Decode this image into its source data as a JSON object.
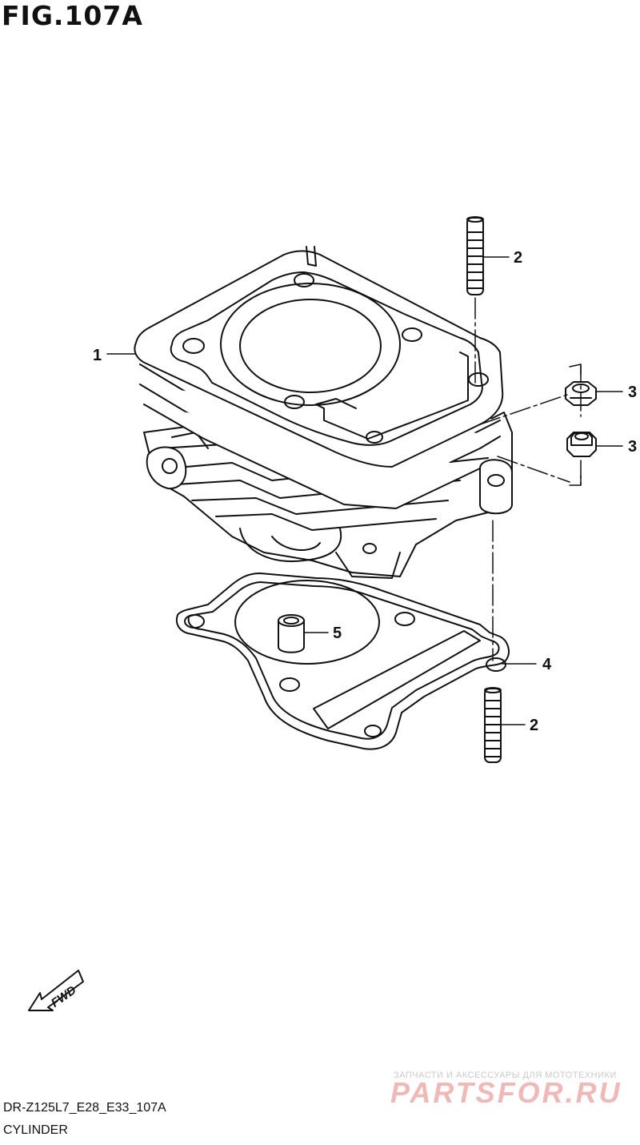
{
  "figure": {
    "title": "FIG.107A"
  },
  "callouts": [
    {
      "id": "1",
      "label": "1"
    },
    {
      "id": "2",
      "label": "2"
    },
    {
      "id": "3",
      "label": "3"
    },
    {
      "id": "3b",
      "label": "3"
    },
    {
      "id": "4",
      "label": "4"
    },
    {
      "id": "5",
      "label": "5"
    },
    {
      "id": "2b",
      "label": "2"
    }
  ],
  "fwd_marker": {
    "label": "FWD"
  },
  "footer": {
    "code": "DR-Z125L7_E28_E33_107A",
    "name": "CYLINDER"
  },
  "watermark": {
    "tagline": "ЗАПЧАСТИ И АКСЕССУАРЫ ДЛЯ МОТОТЕХНИКИ",
    "brand": "PARTSFOR.RU"
  },
  "colors": {
    "line": "#111111",
    "watermark": "#f1b8b8"
  }
}
